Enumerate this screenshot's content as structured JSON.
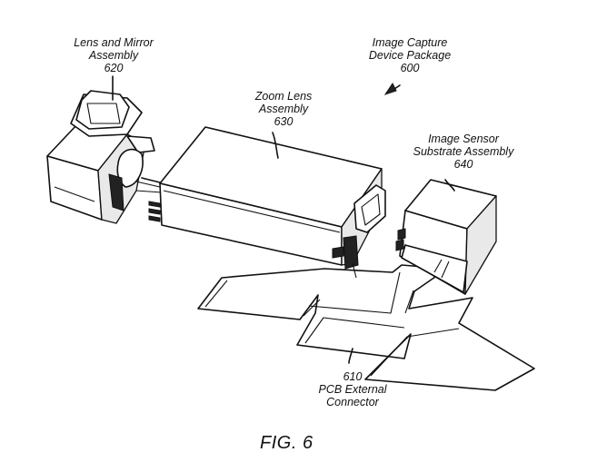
{
  "labels": {
    "lens_mirror": {
      "line1": "Lens and Mirror",
      "line2": "Assembly",
      "ref": "620"
    },
    "package": {
      "line1": "Image Capture",
      "line2": "Device Package",
      "ref": "600"
    },
    "zoom_lens": {
      "line1": "Zoom Lens",
      "line2": "Assembly",
      "ref": "630"
    },
    "image_sensor": {
      "line1": "Image Sensor",
      "line2": "Substrate Assembly",
      "ref": "640"
    },
    "pcb": {
      "ref": "610",
      "line1": "PCB External",
      "line2": "Connector"
    }
  },
  "figure_caption": "FIG. 6"
}
